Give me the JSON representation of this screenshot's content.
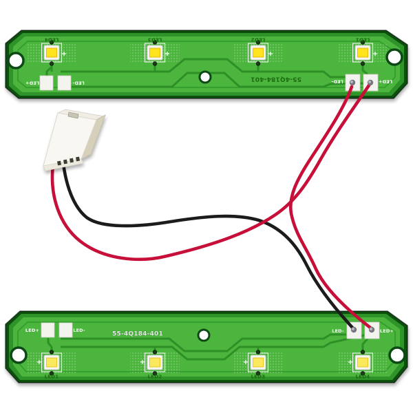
{
  "product": {
    "part_number": "55-4Q184-401"
  },
  "top_board": {
    "part_number": "55-4Q184-401",
    "leds": [
      {
        "label": "LED4",
        "polarity": "+"
      },
      {
        "label": "LED3",
        "polarity": "+"
      },
      {
        "label": "LED2",
        "polarity": "+"
      },
      {
        "label": "LED1",
        "polarity": "+"
      }
    ],
    "aux_pads": {
      "left": "LED+",
      "right": "LED-"
    },
    "wire_pads": {
      "left": "LED-",
      "right": "LED+"
    }
  },
  "bottom_board": {
    "part_number": "55-4Q184-401",
    "leds": [
      {
        "label": "LED1",
        "polarity": "+"
      },
      {
        "label": "LED2",
        "polarity": "+"
      },
      {
        "label": "LED3",
        "polarity": "+"
      },
      {
        "label": "LED4",
        "polarity": "+"
      }
    ],
    "aux_pads": {
      "left": "LED+",
      "right": "LED-"
    },
    "wire_pads": {
      "left": "LED-",
      "right": "LED+"
    }
  },
  "colors": {
    "pcb_face": "#4cb53d",
    "pcb_edge": "#0a4f10",
    "pcb_trace": "#2f8f27",
    "led_yellow": "#ffe31c",
    "wire_red": "#c6103a",
    "wire_black": "#1c1c1c",
    "connector_body": "#f8f7f2"
  }
}
